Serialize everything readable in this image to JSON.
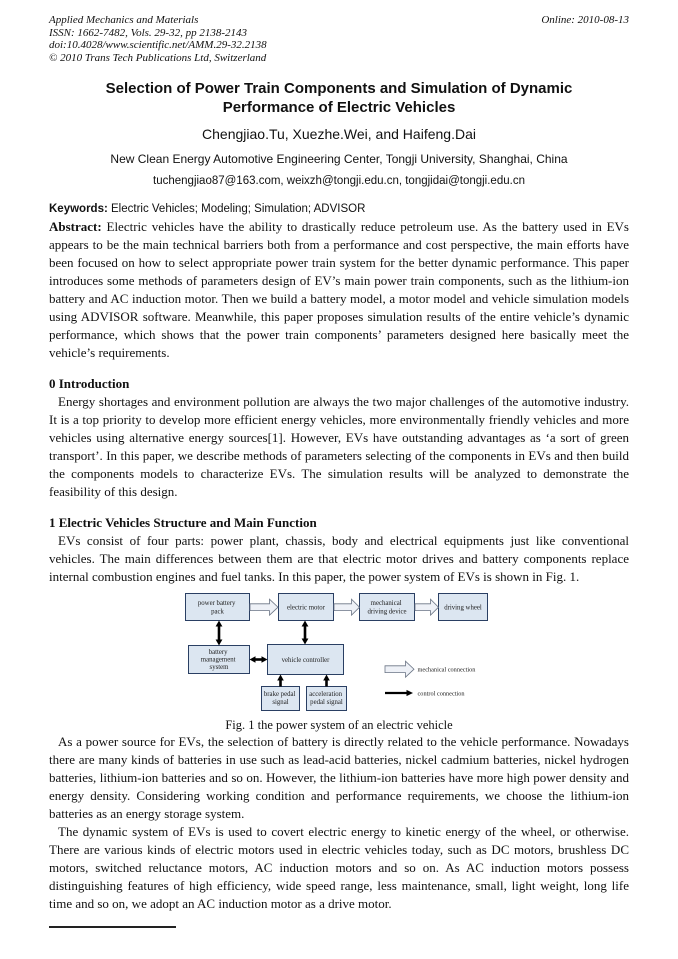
{
  "header": {
    "journal": "Applied Mechanics and Materials",
    "issn": "ISSN: 1662-7482, Vols. 29-32, pp 2138-2143",
    "doi": "doi:10.4028/www.scientific.net/AMM.29-32.2138",
    "copyright": "© 2010 Trans Tech Publications Ltd, Switzerland",
    "online": "Online: 2010-08-13"
  },
  "title": "Selection of Power Train Components and Simulation of Dynamic Performance of Electric Vehicles",
  "authors": "Chengjiao.Tu, Xuezhe.Wei, and Haifeng.Dai",
  "affiliation": "New Clean Energy Automotive Engineering Center, Tongji University, Shanghai, China",
  "emails": "tuchengjiao87@163.com, weixzh@tongji.edu.cn, tongjidai@tongji.edu.cn",
  "keywords": {
    "label": "Keywords:",
    "text": "Electric Vehicles; Modeling; Simulation; ADVISOR"
  },
  "abstract": {
    "label": "Abstract:",
    "text": "Electric vehicles have the ability to drastically reduce petroleum use. As the battery used in EVs appears to be the main technical barriers both from a performance and cost perspective, the main efforts have been focused on how to select appropriate power train system for the better dynamic performance. This paper introduces some methods of parameters design of EV’s main power train components, such as the lithium-ion battery and AC induction motor. Then we build a battery model, a motor model and vehicle simulation models using ADVISOR software. Meanwhile, this paper proposes simulation results of the entire vehicle’s dynamic performance, which shows that the power train components’ parameters designed here basically meet the vehicle’s requirements."
  },
  "sections": {
    "intro": {
      "heading": "0 Introduction",
      "body": "Energy shortages and environment pollution are always the two major challenges of the automotive industry. It is a top priority to develop more efficient energy vehicles, more environmentally friendly vehicles and more vehicles using alternative energy sources[1]. However, EVs have outstanding advantages as ‘a sort of green transport’. In this paper, we describe methods of parameters selecting of the components in EVs and then build the components models to characterize EVs. The simulation results will be analyzed to demonstrate the feasibility of this design."
    },
    "structure": {
      "heading": "1 Electric Vehicles Structure and Main Function",
      "body": "EVs consist of four parts: power plant, chassis, body and electrical equipments just like conventional vehicles. The main differences between them are that electric motor drives and battery components replace internal combustion engines and fuel tanks. In this paper, the power system of EVs is shown in Fig. 1.",
      "after_figure_1": "As a power source for EVs, the selection of battery is directly related to the vehicle performance. Nowadays there are many kinds of batteries in use such as lead-acid batteries, nickel cadmium batteries, nickel hydrogen batteries, lithium-ion batteries and so on. However, the lithium-ion batteries have more high power density and energy density. Considering working condition and performance requirements, we choose the lithium-ion batteries as an energy storage system.",
      "after_figure_2": "The dynamic system of EVs is used to covert electric energy to kinetic energy of the wheel, or otherwise. There are various kinds of electric motors used in electric vehicles today, such as DC motors, brushless DC motors, switched reluctance motors, AC induction motors and so on. As AC induction motors possess distinguishing features of high efficiency, wide speed range, less maintenance, small, light weight, long life time and so on, we adopt an AC induction motor as a drive motor."
    }
  },
  "figure": {
    "caption": "Fig. 1 the power system of an electric vehicle",
    "boxes": {
      "power_battery_pack": [
        "power battery",
        "pack"
      ],
      "electric_motor": [
        "electric motor"
      ],
      "mechanical_driving_device": [
        "mechanical",
        "driving device"
      ],
      "driving_wheel": [
        "driving wheel"
      ],
      "battery_management_system": [
        "battery",
        "management",
        "system"
      ],
      "vehicle_controller": [
        "vehicle controller"
      ],
      "brake_pedal_signal": [
        "brake pedal",
        "signal"
      ],
      "acceleration_pedal_signal": [
        "acceleration",
        "pedal signal"
      ]
    },
    "legend": {
      "mechanical": "mechanical connection",
      "control": "control connection"
    },
    "colors": {
      "box_fill": "#dce6f1",
      "box_border": "#2a3f63",
      "arrow_fill": "#eef1f7",
      "arrow_stroke": "#6b7585"
    }
  }
}
